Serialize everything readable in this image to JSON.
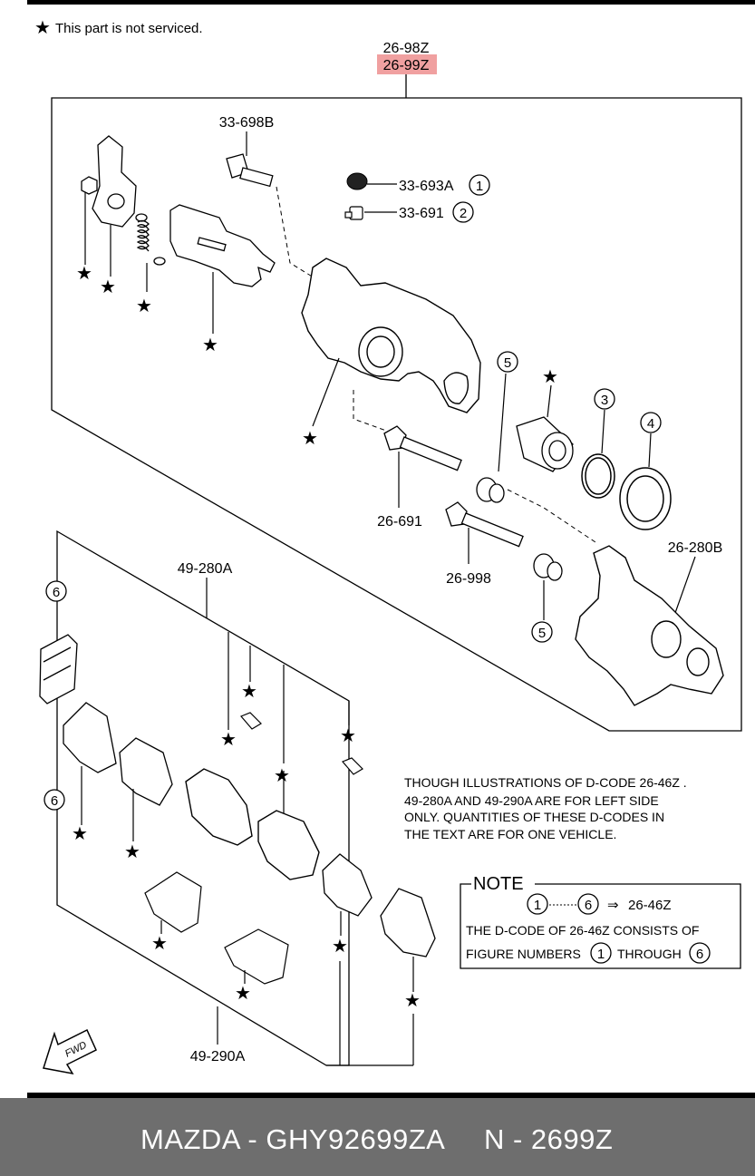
{
  "legend_note": "This part is not serviced.",
  "labels": {
    "assembly_top": "26-98Z",
    "assembly_highlight": "26-99Z",
    "bolt": "33-698B",
    "cap_1": "33-693A",
    "bleeder_2": "33-691",
    "guide_pin_1": "26-691",
    "guide_pin_2": "26-998",
    "bracket": "26-280B",
    "pad_set_left": "49-280A",
    "pad_set_right": "49-290A"
  },
  "circle_numbers": {
    "n1": "1",
    "n2": "2",
    "n3": "3",
    "n4": "4",
    "n5a": "5",
    "n5b": "5",
    "n6a": "6",
    "n6b": "6"
  },
  "paragraph": {
    "line1": "THOUGH ILLUSTRATIONS OF D-CODE  26-46Z .",
    "line2": " 49-280A  AND 49-290A  ARE FOR LEFT SIDE",
    "line3": "ONLY. QUANTITIES OF THESE D-CODES IN",
    "line4": "THE TEXT ARE FOR ONE VEHICLE."
  },
  "note": {
    "title": "NOTE",
    "range_from": "1",
    "range_to": "6",
    "arrow": "⇒",
    "dcode": "26-46Z",
    "line2": "THE D-CODE OF  26-46Z CONSISTS OF",
    "line3_a": "FIGURE NUMBERS",
    "line3_num1": "1",
    "line3_b": "THROUGH",
    "line3_num2": "6"
  },
  "fwd_label": "FWD",
  "footer": {
    "part": "MAZDA - GHY92699ZA",
    "code": "N - 2699Z"
  },
  "colors": {
    "highlight": "#f0a0a0",
    "footer_bg": "#6e6e6e",
    "footer_text": "#ffffff"
  }
}
